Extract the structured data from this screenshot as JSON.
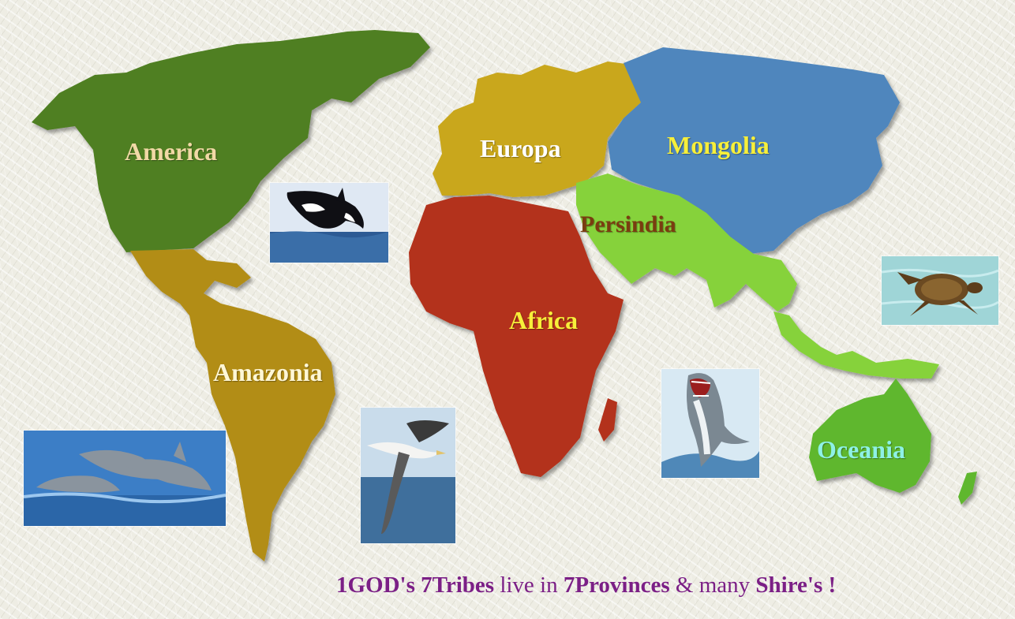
{
  "regions": {
    "america": {
      "label": "America",
      "color": "#4f7f22",
      "text_color": "#f1d9a6"
    },
    "amazonia": {
      "label": "Amazonia",
      "color": "#b28d14",
      "text_color": "#fff7d6"
    },
    "europa": {
      "label": "Europa",
      "color": "#c9a71d",
      "text_color": "#ffffff"
    },
    "mongolia": {
      "label": "Mongolia",
      "color": "#4f86bd",
      "text_color": "#f7ef3a"
    },
    "persindia": {
      "label": "Persindia",
      "color": "#86d23a",
      "text_color": "#7a3d10"
    },
    "africa": {
      "label": "Africa",
      "color": "#b3321a",
      "text_color": "#f7ef3a"
    },
    "oceania": {
      "label": "Oceania",
      "color": "#5fb72e",
      "text_color": "#8ef1e6"
    }
  },
  "photos": [
    {
      "name": "orca-photo",
      "icon": "orca"
    },
    {
      "name": "sea-turtle-photo",
      "icon": "sea-turtle"
    },
    {
      "name": "dolphins-photo",
      "icon": "dolphins"
    },
    {
      "name": "albatross-photo",
      "icon": "albatross"
    },
    {
      "name": "shark-photo",
      "icon": "great-white-shark"
    }
  ],
  "caption": {
    "part1": "1GOD's ",
    "part2": "7Tribes",
    "part3": " live in ",
    "part4": "7Provinces",
    "part5": " & many ",
    "part6": "Shire's !",
    "color": "#7b1f86"
  }
}
